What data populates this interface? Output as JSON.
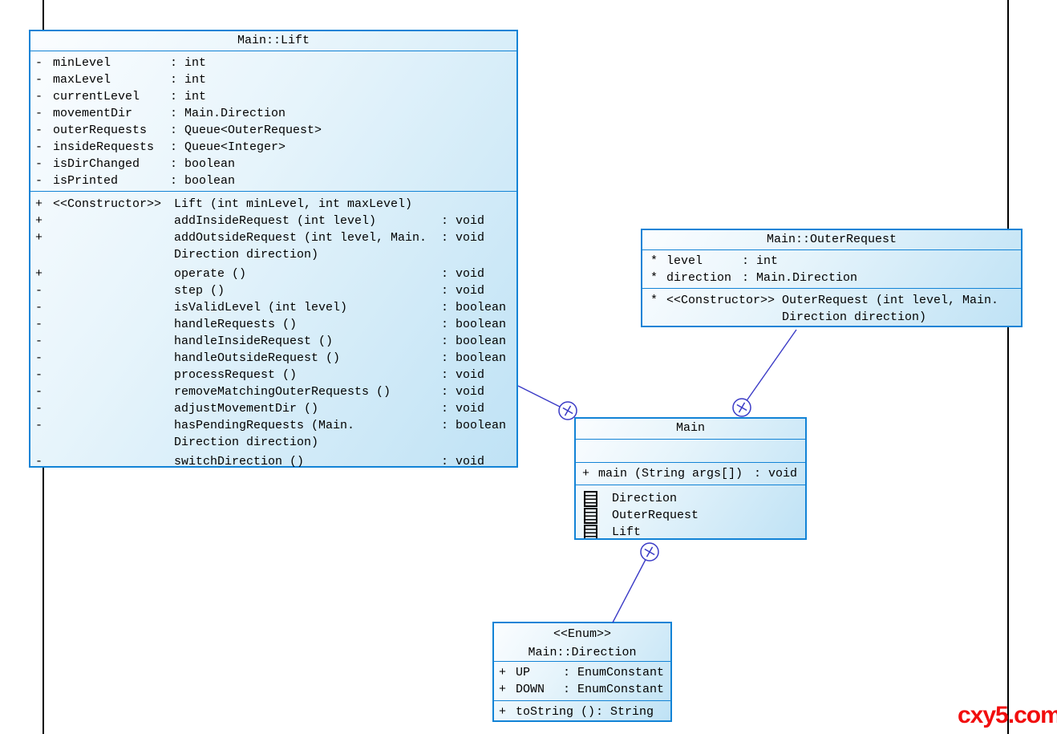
{
  "watermark": {
    "text": "cxy5.com",
    "color": "#f10d0d"
  },
  "colors": {
    "box_border": "#1283d6",
    "box_fill_top": "#fbfdff",
    "box_fill_bottom": "#bfe2f5",
    "connector": "#3a3ac6",
    "text": "#000000",
    "rule_line": "#000000"
  },
  "classes": {
    "lift": {
      "title": "Main::Lift",
      "fields": [
        {
          "vis": "-",
          "name": "minLevel",
          "type": ": int"
        },
        {
          "vis": "-",
          "name": "maxLevel",
          "type": ": int"
        },
        {
          "vis": "-",
          "name": "currentLevel",
          "type": ": int"
        },
        {
          "vis": "-",
          "name": "movementDir",
          "type": ": Main.Direction"
        },
        {
          "vis": "-",
          "name": "outerRequests",
          "type": ": Queue<OuterRequest>"
        },
        {
          "vis": "-",
          "name": "insideRequests",
          "type": ": Queue<Integer>"
        },
        {
          "vis": "-",
          "name": "isDirChanged",
          "type": ": boolean"
        },
        {
          "vis": "-",
          "name": "isPrinted",
          "type": ": boolean"
        }
      ],
      "methods": [
        {
          "vis": "+",
          "stereotype": "<<Constructor>>",
          "sig_lines": [
            "Lift (int minLevel, int maxLevel)"
          ],
          "ret": ""
        },
        {
          "vis": "+",
          "stereotype": "",
          "sig_lines": [
            "addInsideRequest (int level)"
          ],
          "ret": ": void"
        },
        {
          "vis": "+",
          "stereotype": "",
          "sig_lines": [
            "addOutsideRequest (int level, Main.",
            "Direction direction)"
          ],
          "ret": ": void"
        },
        {
          "vis": "+",
          "stereotype": "",
          "sig_lines": [
            "operate ()"
          ],
          "ret": ": void"
        },
        {
          "vis": "-",
          "stereotype": "",
          "sig_lines": [
            "step ()"
          ],
          "ret": ": void"
        },
        {
          "vis": "-",
          "stereotype": "",
          "sig_lines": [
            "isValidLevel (int level)"
          ],
          "ret": ": boolean"
        },
        {
          "vis": "-",
          "stereotype": "",
          "sig_lines": [
            "handleRequests ()"
          ],
          "ret": ": boolean"
        },
        {
          "vis": "-",
          "stereotype": "",
          "sig_lines": [
            "handleInsideRequest ()"
          ],
          "ret": ": boolean"
        },
        {
          "vis": "-",
          "stereotype": "",
          "sig_lines": [
            "handleOutsideRequest ()"
          ],
          "ret": ": boolean"
        },
        {
          "vis": "-",
          "stereotype": "",
          "sig_lines": [
            "processRequest ()"
          ],
          "ret": ": void"
        },
        {
          "vis": "-",
          "stereotype": "",
          "sig_lines": [
            "removeMatchingOuterRequests ()"
          ],
          "ret": ": void"
        },
        {
          "vis": "-",
          "stereotype": "",
          "sig_lines": [
            "adjustMovementDir ()"
          ],
          "ret": ": void"
        },
        {
          "vis": "-",
          "stereotype": "",
          "sig_lines": [
            "hasPendingRequests (Main.",
            "Direction direction)"
          ],
          "ret": ": boolean"
        },
        {
          "vis": "-",
          "stereotype": "",
          "sig_lines": [
            "switchDirection ()"
          ],
          "ret": ": void"
        }
      ]
    },
    "outer_request": {
      "title": "Main::OuterRequest",
      "fields": [
        {
          "vis": "*",
          "name": "level",
          "type": ": int"
        },
        {
          "vis": "*",
          "name": "direction",
          "type": ": Main.Direction"
        }
      ],
      "methods": [
        {
          "vis": "*",
          "stereotype": "<<Constructor>>",
          "sig_lines": [
            "OuterRequest (int level, Main.",
            "Direction direction)"
          ],
          "ret": ""
        }
      ]
    },
    "main": {
      "title": "Main",
      "methods": [
        {
          "vis": "+",
          "stereotype": "",
          "sig_lines": [
            "main (String args[])"
          ],
          "ret": ": void"
        }
      ],
      "nested": [
        "Direction",
        "OuterRequest",
        "Lift"
      ]
    },
    "direction": {
      "stereotype": "<<Enum>>",
      "title": "Main::Direction",
      "fields": [
        {
          "vis": "+",
          "name": "UP",
          "type": ": EnumConstant"
        },
        {
          "vis": "+",
          "name": "DOWN",
          "type": ": EnumConstant"
        }
      ],
      "methods": [
        {
          "vis": "+",
          "name": "toString ()",
          "type": ": String"
        }
      ]
    }
  }
}
